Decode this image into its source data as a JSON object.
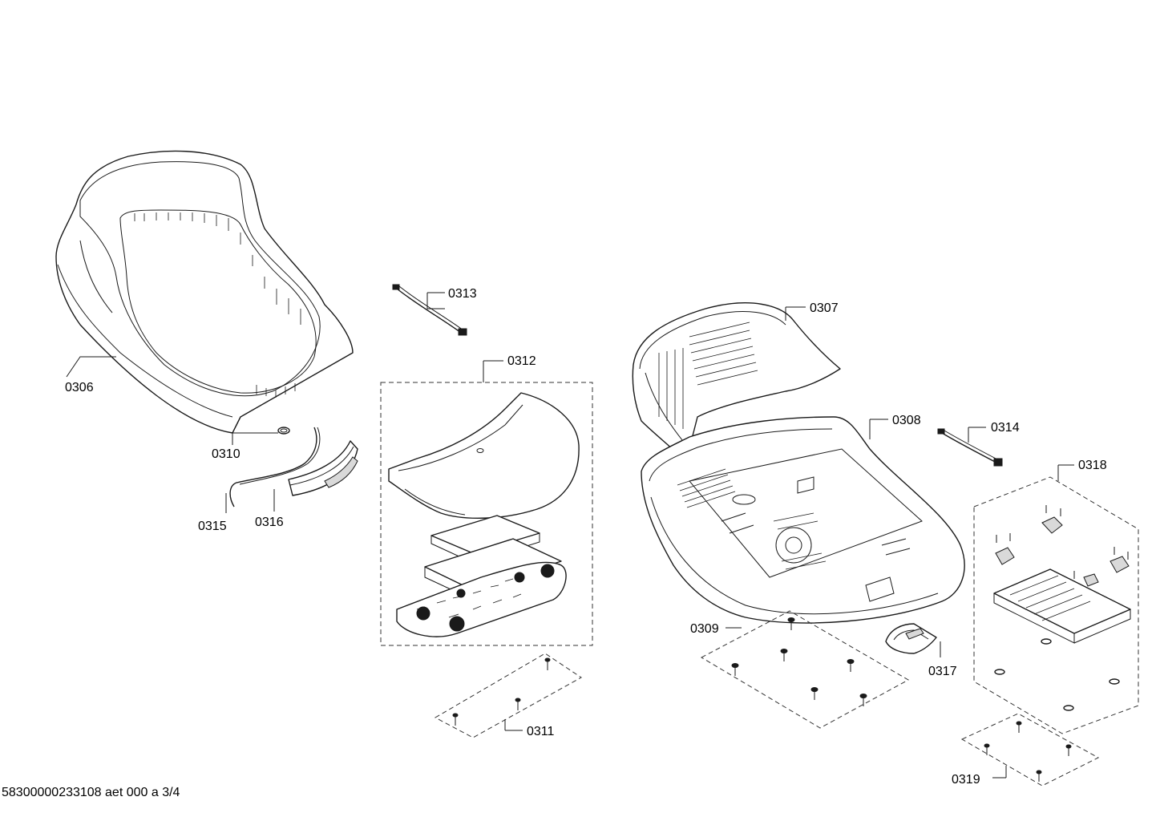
{
  "labels": {
    "p0306": "0306",
    "p0307": "0307",
    "p0308": "0308",
    "p0309": "0309",
    "p0310": "0310",
    "p0311": "0311",
    "p0312": "0312",
    "p0313": "0313",
    "p0314": "0314",
    "p0315": "0315",
    "p0316": "0316",
    "p0317": "0317",
    "p0318": "0318",
    "p0319": "0319"
  },
  "footer": {
    "document_id": "58300000233108 aet 000 a 3/4"
  }
}
